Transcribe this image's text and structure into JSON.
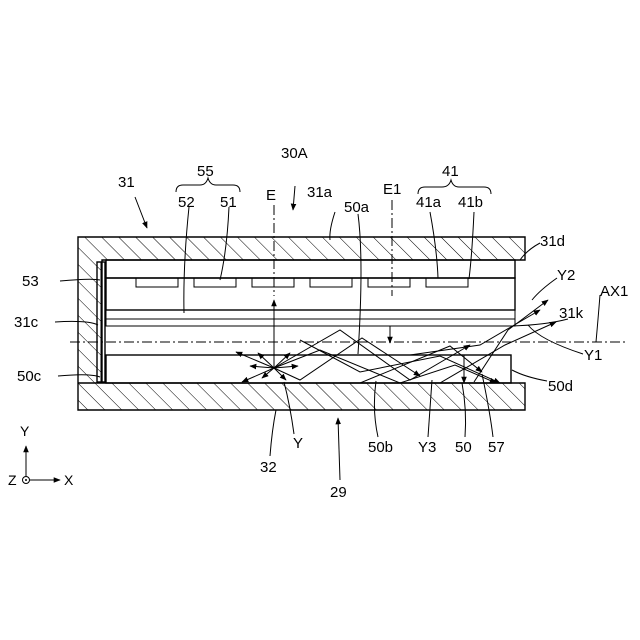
{
  "labels": {
    "l31": "31",
    "l30A": "30A",
    "l55": "55",
    "l41": "41",
    "lE": "E",
    "l31a": "31a",
    "lE1": "E1",
    "l52": "52",
    "l51": "51",
    "l50a": "50a",
    "l41a": "41a",
    "l41b": "41b",
    "l31d": "31d",
    "l53": "53",
    "lY2": "Y2",
    "lAX1": "AX1",
    "l31k": "31k",
    "l31c": "31c",
    "lY1": "Y1",
    "l50c": "50c",
    "l50d": "50d",
    "lY": "Y",
    "l32": "32",
    "l50b": "50b",
    "lY3": "Y3",
    "l50": "50",
    "l57": "57",
    "l29": "29"
  },
  "axes": {
    "y": "Y",
    "z": "Z",
    "x": "X"
  }
}
